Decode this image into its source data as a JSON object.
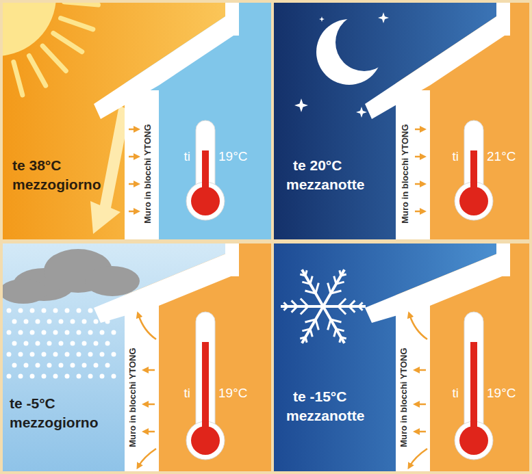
{
  "diagram": {
    "labels": [
      "te 38°C",
      "mezzogiorno",
      "Muro in blocchi YTONG",
      "ti",
      "19°C",
      "te 20°C",
      "mezzanotte",
      "Muro in blocchi YTONG",
      "ti",
      "21°C",
      "te -5°C",
      "mezzogiorno",
      "Muro in blocchi YTONG",
      "ti",
      "19°C",
      "te -15°C",
      "mezzanotte",
      "Muro in blocchi YTONG",
      "ti",
      "19°C"
    ]
  }
}
